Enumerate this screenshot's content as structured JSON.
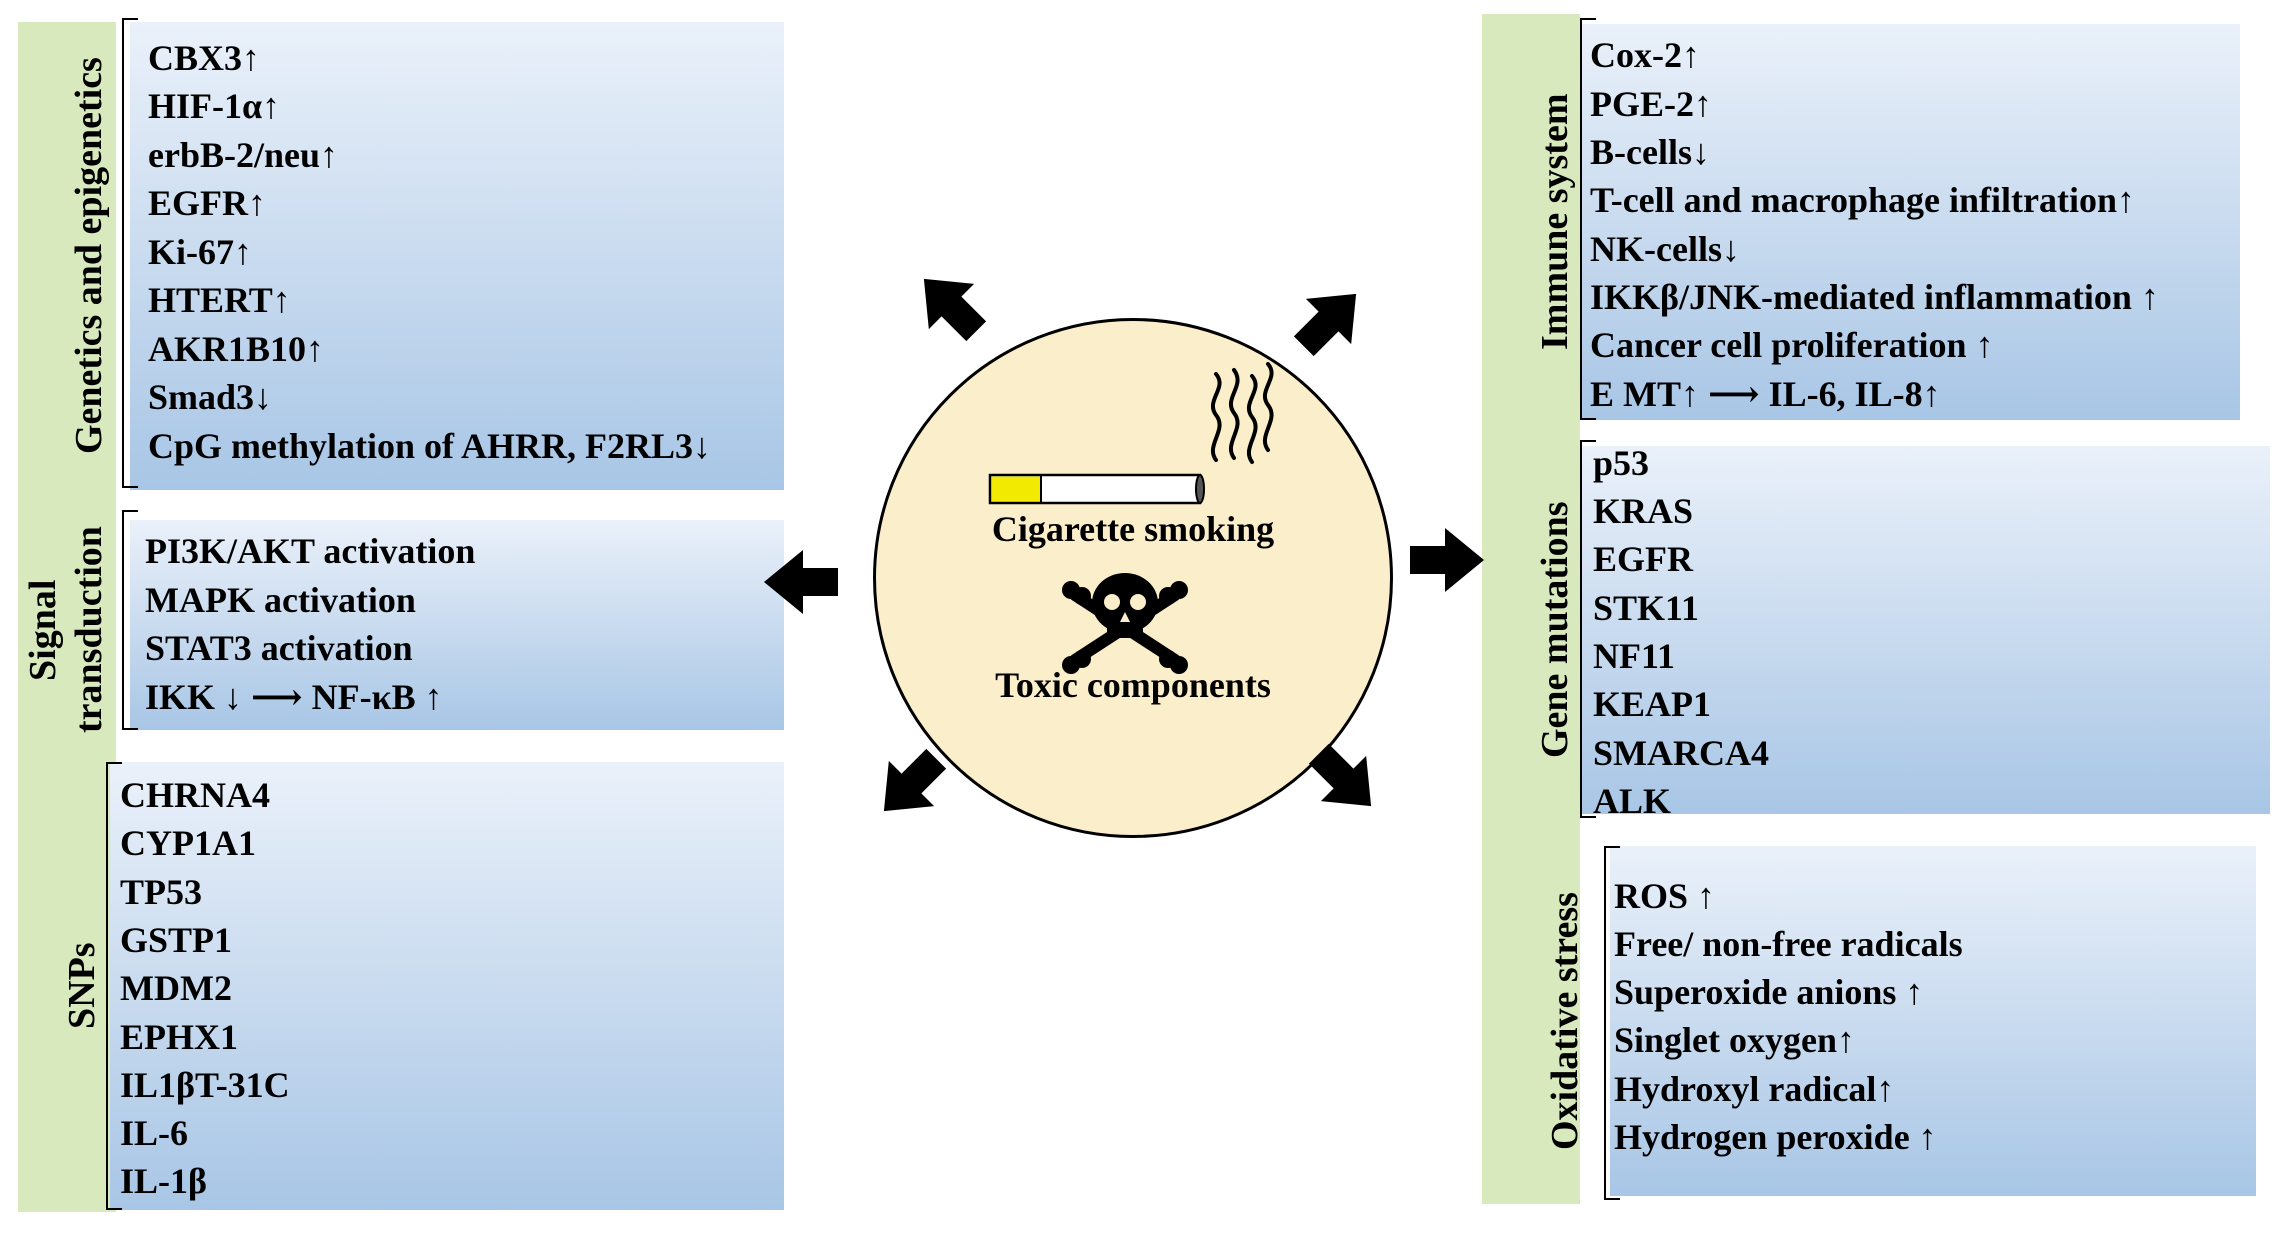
{
  "center": {
    "label_top": "Cigarette smoking",
    "label_bottom": "Toxic components",
    "icons": [
      "cigarette-icon",
      "smoke-icon",
      "skull-crossbones-icon"
    ]
  },
  "left_panels": {
    "genetics": {
      "title": "Genetics and epigenetics",
      "items": [
        "CBX3↑",
        "HIF-1α↑",
        "erbB-2/neu↑",
        "EGFR↑",
        "Ki-67↑",
        "HTERT↑",
        "AKR1B10↑",
        "Smad3↓",
        "CpG methylation of AHRR, F2RL3↓"
      ]
    },
    "signal": {
      "title_line1": "Signal",
      "title_line2": "transduction",
      "items": [
        "PI3K/AKT activation",
        "MAPK activation",
        "STAT3 activation",
        "IKK ↓ ⟶ NF-κB ↑"
      ]
    },
    "snps": {
      "title": "SNPs",
      "items": [
        "CHRNA4",
        "CYP1A1",
        "TP53",
        "GSTP1",
        "MDM2",
        "EPHX1",
        "IL1βT-31C",
        "IL-6",
        "IL-1β"
      ]
    }
  },
  "right_panels": {
    "immune": {
      "title": "Immune system",
      "items": [
        "Cox-2↑",
        "PGE-2↑",
        "B-cells↓",
        "T-cell and macrophage infiltration↑",
        "NK-cells↓",
        "IKKβ/JNK-mediated inflammation ↑",
        "Cancer cell proliferation ↑",
        "E MT↑ ⟶ IL-6, IL-8↑"
      ]
    },
    "mutations": {
      "title": "Gene mutations",
      "items": [
        "p53",
        "KRAS",
        "EGFR",
        "STK11",
        "NF11",
        "KEAP1",
        "SMARCA4",
        "ALK"
      ]
    },
    "oxidative": {
      "title": "Oxidative stress",
      "items": [
        "ROS ↑",
        "Free/ non-free radicals",
        "Superoxide anions ↑",
        "Singlet oxygen↑",
        "Hydroxyl radical↑",
        "Hydrogen peroxide ↑"
      ]
    }
  },
  "colors": {
    "band_green": "#d8e9bd",
    "panel_blue_top": "#eaf1fa",
    "panel_blue_bottom": "#a8c6e6",
    "circle_fill": "#fbeeca",
    "cigarette_filter": "#f2ea00"
  }
}
